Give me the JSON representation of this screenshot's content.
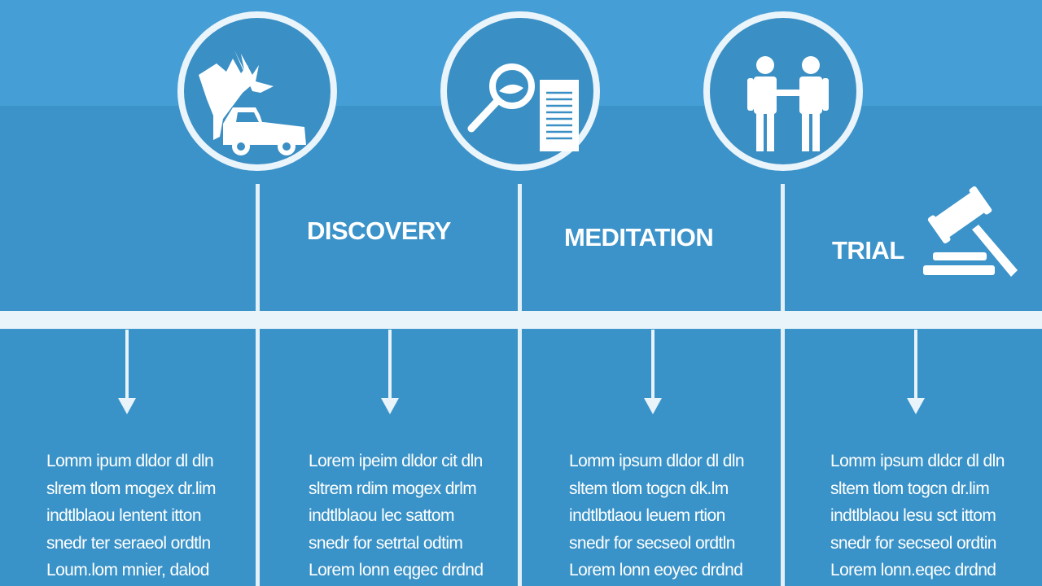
{
  "labels": {
    "discovery": "DISCOVERY",
    "meditation": "MEDITATION",
    "trial": "TRIAL"
  },
  "columns": [
    {
      "lines": [
        "Lomm ipum dldor dl dln",
        "slrem tlom mogex dr.lim",
        "indtlblaou lentent itton",
        "snedr ter seraeol ordtln",
        "Loum.lom mnier, dalod"
      ]
    },
    {
      "lines": [
        "Lorem ipeim dldor cit dln",
        "sltrem rdim mogex drlm",
        "indtlblaou lec sattom",
        "snedr for setrtal odtim",
        "Lorem lonn eqgec drdnd"
      ]
    },
    {
      "lines": [
        "Lomm ipsum dldor dl dln",
        "sltem tlom togcn dk.lm",
        "indtlbtlaou leuem rtion",
        "snedr for secseol ordtln",
        "Lorem lonn eoyec drdnd"
      ]
    },
    {
      "lines": [
        "Lomm ipsum dldcr dl dln",
        "sltem tlom togcn dr.lim",
        "indtlblaou lesu sct ittom",
        "snedr for secseol ordtin",
        "Lorem lonn.eqec drdnd"
      ]
    }
  ],
  "icons": [
    "car-accident-icon",
    "magnifier-document-icon",
    "handshake-people-icon",
    "gavel-icon"
  ],
  "colors": {
    "background": "#3f97cc",
    "line": "#e8f3fa",
    "text": "#ffffff"
  }
}
